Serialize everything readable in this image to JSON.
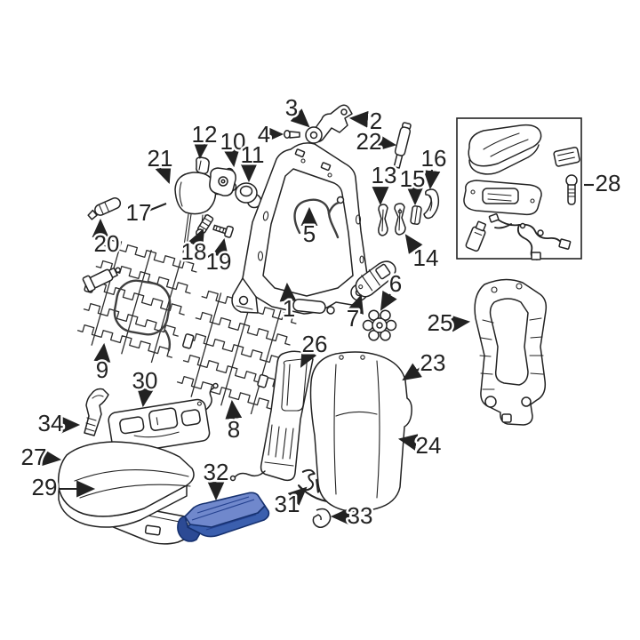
{
  "figure_type": "exploded seat parts diagram",
  "highlighted_part": "32",
  "colors": {
    "background": "#ffffff",
    "line": "#222222",
    "highlight_top": "#7088cc",
    "highlight_front": "#3b5fae",
    "highlight_side": "#2c4a94",
    "highlight_outline": "#16316f"
  },
  "parts": [
    {
      "label": "1"
    },
    {
      "label": "2"
    },
    {
      "label": "3"
    },
    {
      "label": "4"
    },
    {
      "label": "5"
    },
    {
      "label": "6"
    },
    {
      "label": "7"
    },
    {
      "label": "8"
    },
    {
      "label": "9"
    },
    {
      "label": "10"
    },
    {
      "label": "11"
    },
    {
      "label": "12"
    },
    {
      "label": "13"
    },
    {
      "label": "14"
    },
    {
      "label": "15"
    },
    {
      "label": "16"
    },
    {
      "label": "17"
    },
    {
      "label": "18"
    },
    {
      "label": "19"
    },
    {
      "label": "20"
    },
    {
      "label": "21"
    },
    {
      "label": "22"
    },
    {
      "label": "23"
    },
    {
      "label": "24"
    },
    {
      "label": "25"
    },
    {
      "label": "26"
    },
    {
      "label": "27"
    },
    {
      "label": "28"
    },
    {
      "label": "29"
    },
    {
      "label": "30"
    },
    {
      "label": "31"
    },
    {
      "label": "32"
    },
    {
      "label": "33"
    },
    {
      "label": "34"
    }
  ]
}
